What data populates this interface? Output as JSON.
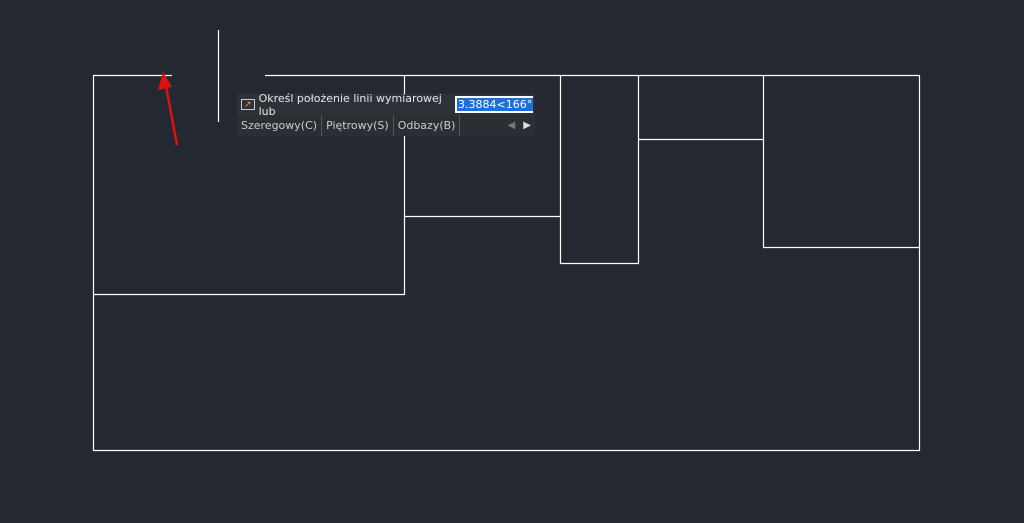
{
  "prompt": {
    "text": "Określ położenie linii wymiarowej lub",
    "value": "3.3884<166°"
  },
  "options": [
    {
      "label": "Szeregowy(C)"
    },
    {
      "label": "Piętrowy(S)"
    },
    {
      "label": "Odbazy(B)"
    }
  ],
  "icons": {
    "prompt": "dimension-icon",
    "prev": "arrow-left-icon",
    "next": "arrow-right-icon"
  },
  "colors": {
    "background": "#232831",
    "lines": "#ffffff",
    "annotation_arrow": "#e01010",
    "selection": "#1e6fd9"
  }
}
